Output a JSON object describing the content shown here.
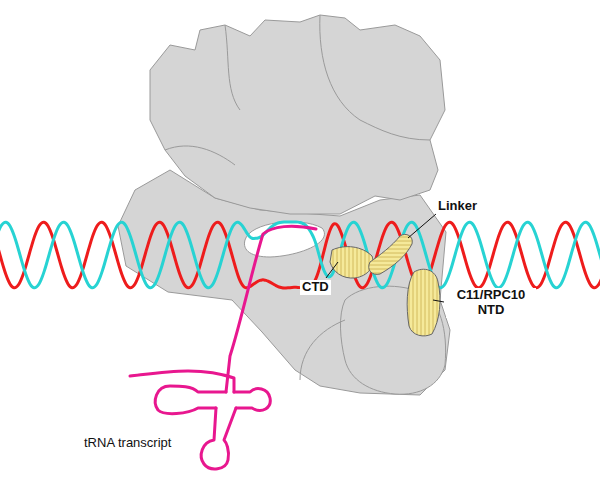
{
  "diagram": {
    "labels": [
      "Linker",
      "CTD",
      "C11/RPC10 NTD",
      "tRNA transcript"
    ]
  }
}
